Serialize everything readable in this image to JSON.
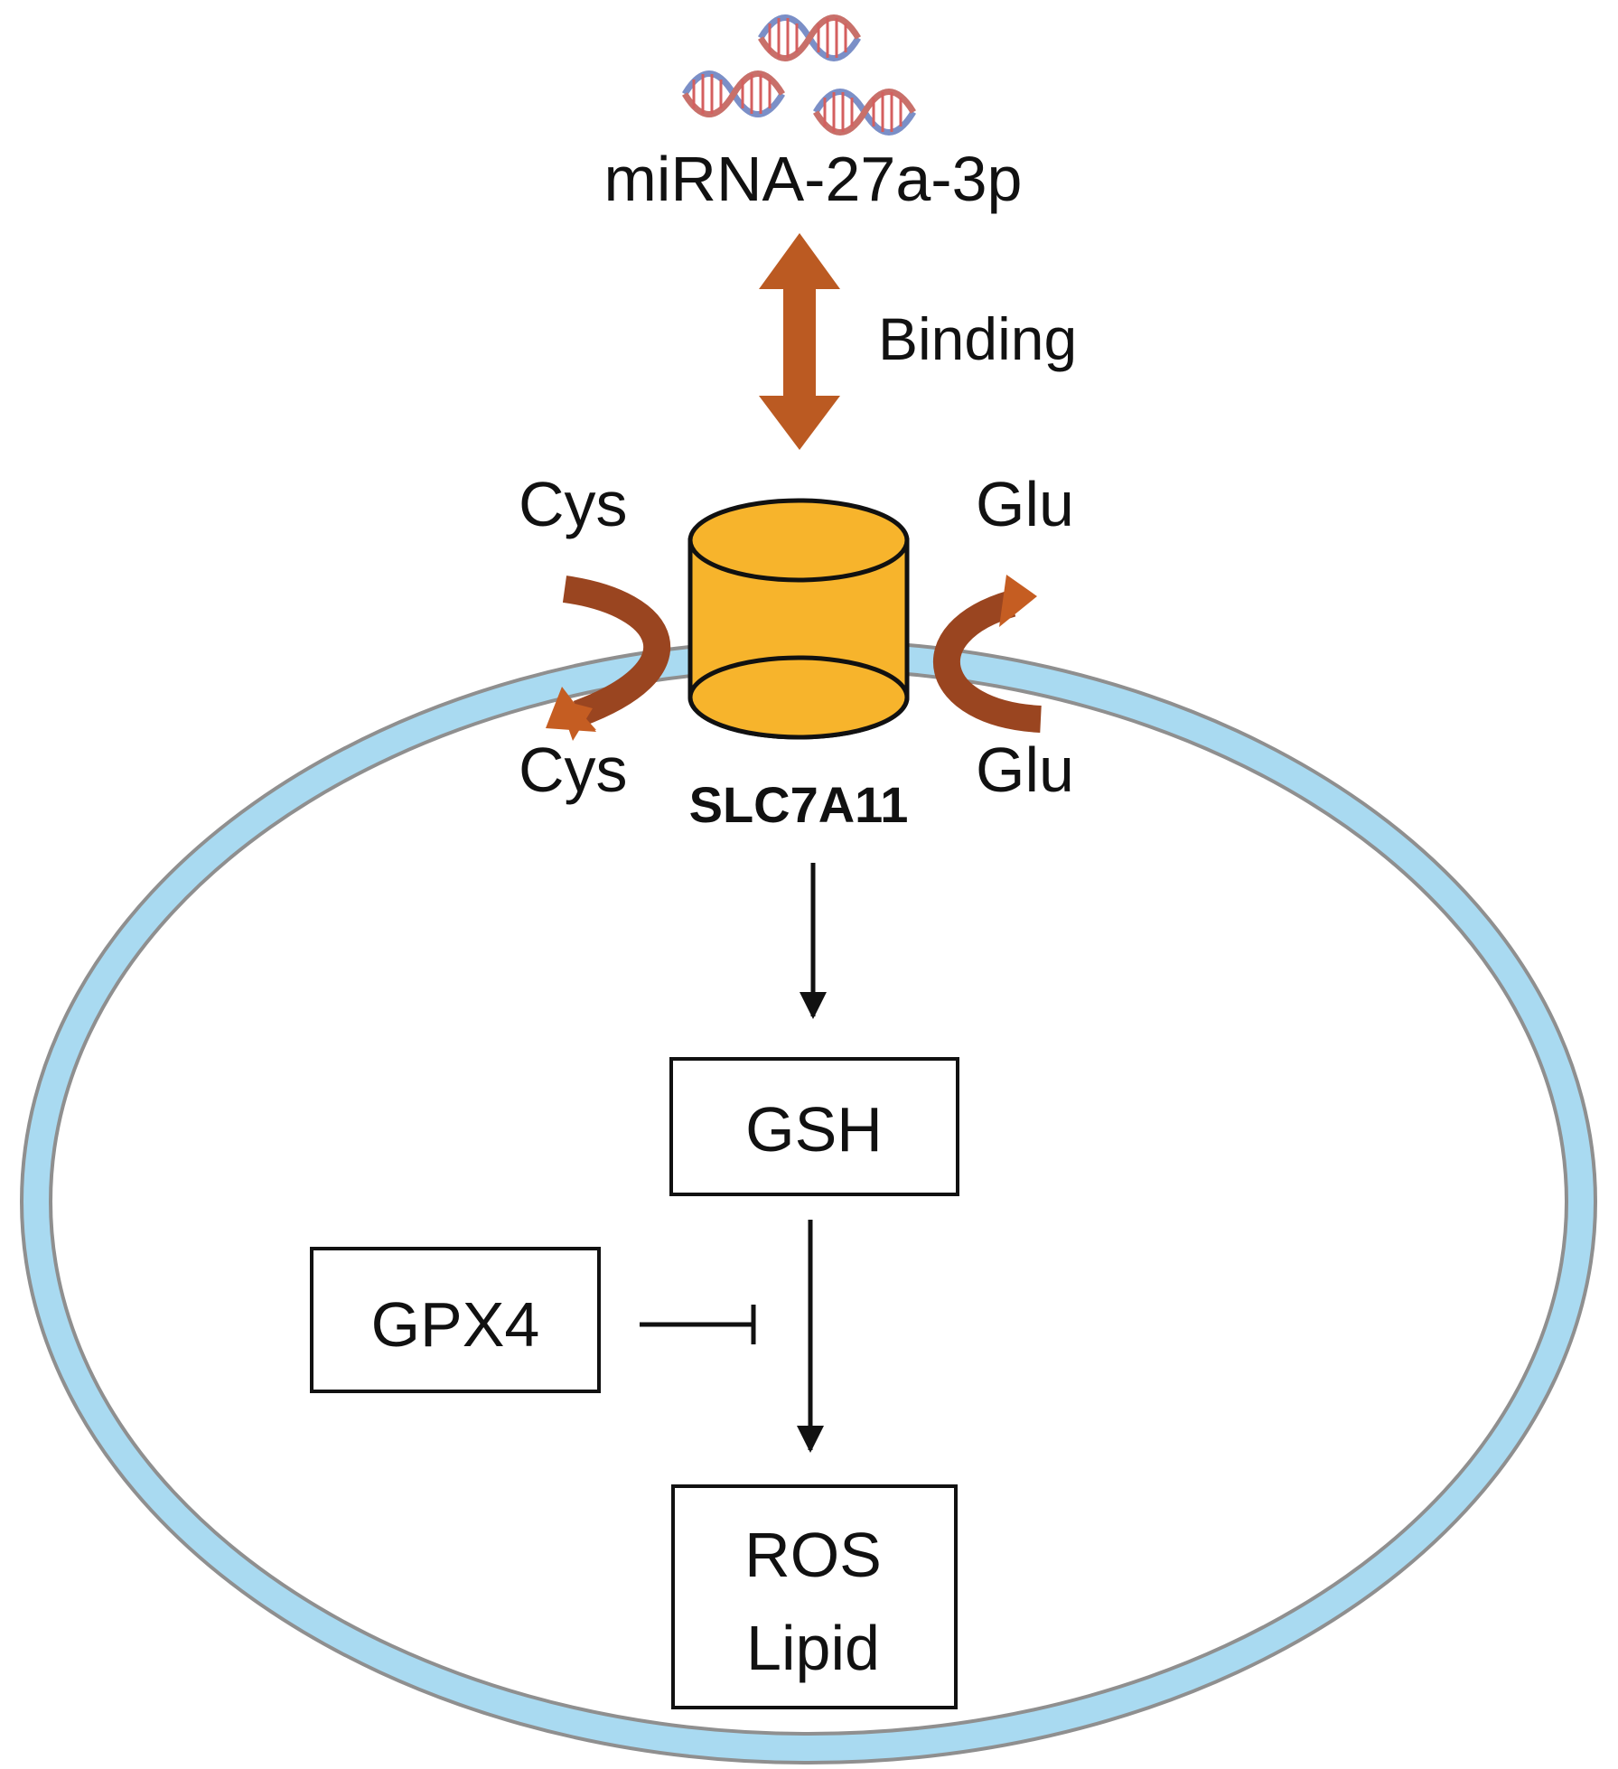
{
  "labels": {
    "mirna": "miRNA-27a-3p",
    "binding": "Binding",
    "cys_outside": "Cys",
    "cys_inside": "Cys",
    "glu_outside": "Glu",
    "glu_inside": "Glu",
    "transporter": "SLC7A11",
    "gsh": "GSH",
    "gpx4": "GPX4",
    "ros_line1": "ROS",
    "ros_line2": "Lipid"
  },
  "icons": {
    "mirna": "rna-helix-icon",
    "transporter": "cylinder-channel-icon"
  },
  "colors": {
    "membrane_fill": "#a9daf1",
    "membrane_stroke": "#8f8f8f",
    "binding_arrow": "#bb5a22",
    "transporter_body": "#f7b42c",
    "cys_arrow": "#9a4520",
    "glu_arrow": "#c55d22"
  }
}
